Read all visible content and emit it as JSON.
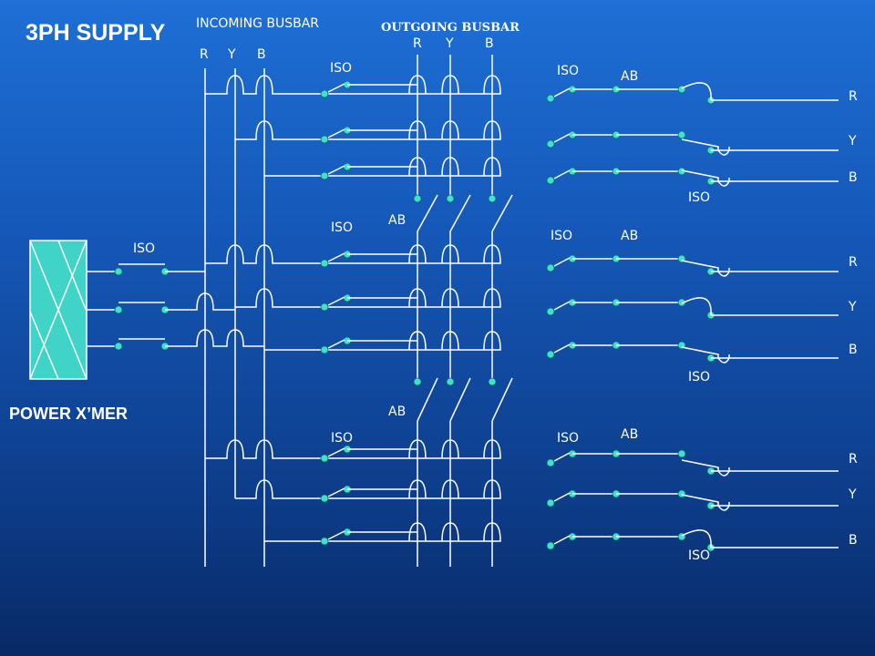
{
  "title": "3PH SUPPLY",
  "incoming_busbar": {
    "label": "INCOMING BUSBAR",
    "phases": [
      "R",
      "Y",
      "B"
    ]
  },
  "outgoing_busbar": {
    "label": "OUTGOING BUSBAR",
    "phases": [
      "R",
      "Y",
      "B"
    ]
  },
  "transformer": {
    "label": "POWER X’MER",
    "isolator_label": "ISO"
  },
  "labels": {
    "iso": "ISO",
    "ab": "AB"
  },
  "feeders": [
    {
      "phases": [
        "R",
        "Y",
        "B"
      ]
    },
    {
      "phases": [
        "R",
        "Y",
        "B"
      ]
    },
    {
      "phases": [
        "R",
        "Y",
        "B"
      ]
    }
  ],
  "colors": {
    "background_top": "#1e6fd6",
    "background_bottom": "#082a66",
    "line": "#ffffff",
    "node": "#40e0d0",
    "transformer_fill": "#40d4c8"
  }
}
